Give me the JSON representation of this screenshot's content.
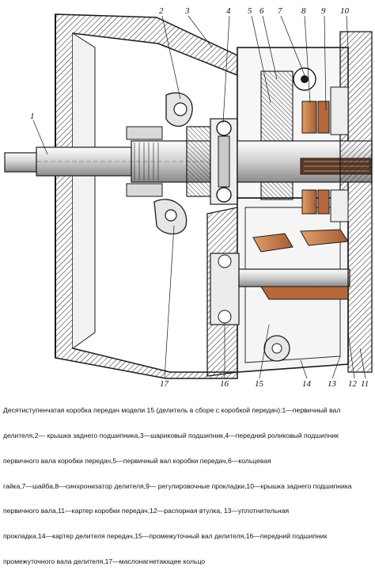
{
  "figure": {
    "callouts": [
      "1",
      "2",
      "3",
      "4",
      "5",
      "6",
      "7",
      "8",
      "9",
      "10",
      "11",
      "12",
      "13",
      "14",
      "15",
      "16",
      "17"
    ],
    "colors": {
      "ink": "#1a1a1a",
      "steel": "#d4d4d4",
      "steel_dark": "#b0b0b0",
      "copper": "#b5693a",
      "copper_light": "#d4935f"
    }
  },
  "caption": {
    "lines": [
      "Десятиступенчатая коробка передач модели 15 (делитель в сборе с коробкой передач):1—первичный вал",
      "делителя,2— крышка заднего подшипника,3—шариковый подшипник,4—передний роликовый подшипник",
      "первичного вала коробки передач,5—первичный вал коробки передач,6—кольцевая",
      "гайка,7—шайба,8—синхронизатор делителя,9— регулировочные прокладки,10—крышка заднего подшипника",
      "первичного вала,11—картер коробки передач,12—распорная втулка, 13—уплотнительная",
      "прокладка,14—картер делителя передач,15—промежуточный вал делителя,16—передний подшипник",
      "промежуточного вала делителя,17—маслонагнетающее кольцо"
    ]
  }
}
